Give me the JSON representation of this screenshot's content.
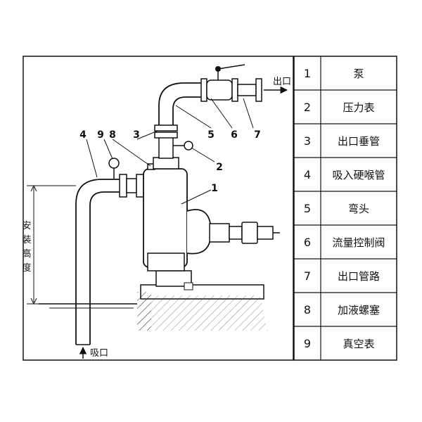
{
  "outlet_label": "出口",
  "inlet_label": "吸口",
  "height_label": [
    "安",
    "装",
    "高",
    "度"
  ],
  "callouts": [
    "1",
    "2",
    "3",
    "4",
    "5",
    "6",
    "7",
    "8",
    "9"
  ],
  "legend": [
    {
      "no": "1",
      "name": "泵"
    },
    {
      "no": "2",
      "name": "压力表"
    },
    {
      "no": "3",
      "name": "出口垂管"
    },
    {
      "no": "4",
      "name": "吸入硬喉管"
    },
    {
      "no": "5",
      "name": "弯头"
    },
    {
      "no": "6",
      "name": "流量控制阀"
    },
    {
      "no": "7",
      "name": "出口管路"
    },
    {
      "no": "8",
      "name": "加液螺塞"
    },
    {
      "no": "9",
      "name": "真空表"
    }
  ]
}
